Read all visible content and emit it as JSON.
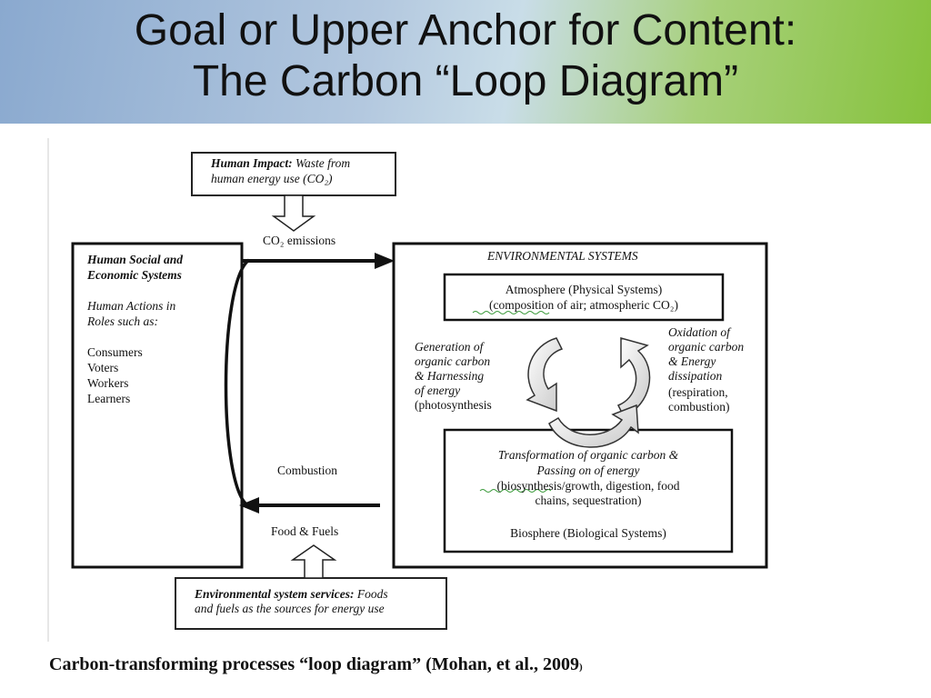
{
  "slide_title": {
    "line1": "Goal or Upper Anchor for Content:",
    "line2": "The Carbon “Loop Diagram”"
  },
  "diagram": {
    "human_impact": {
      "label": "Human Impact:",
      "text1": "Waste from",
      "text2": "human energy  use (CO₂)"
    },
    "co2_emissions": "CO₂ emissions",
    "human_systems": {
      "title1": "Human Social and",
      "title2": "Economic Systems",
      "sub1": "Human Actions in",
      "sub2": "Roles such as:",
      "roles": [
        "Consumers",
        "Voters",
        "Workers",
        "Learners"
      ]
    },
    "env_systems": {
      "title": "ENVIRONMENTAL SYSTEMS",
      "atmosphere1": "Atmosphere (Physical Systems)",
      "atmosphere2": "(composition of air; atmospheric CO₂)",
      "generation": [
        "Generation of",
        "organic carbon",
        "& Harnessing",
        "of energy"
      ],
      "generation_paren": "(photosynthesis",
      "oxidation": [
        "Oxidation of",
        "organic carbon",
        "& Energy",
        "dissipation"
      ],
      "oxidation_paren": [
        "(respiration,",
        "combustion)"
      ],
      "transformation1": "Transformation of organic carbon &",
      "transformation2": "Passing on of energy",
      "transformation3": "(biosynthesis/growth, digestion, food",
      "transformation4": "chains, sequestration)",
      "biosphere": "Biosphere (Biological Systems)"
    },
    "combustion": "Combustion",
    "food_fuels": "Food & Fuels",
    "env_services": {
      "label": "Environmental system services:",
      "text1": "Foods",
      "text2": "and fuels as the sources for energy use"
    }
  },
  "caption": {
    "main": "Carbon-transforming processes “loop diagram” (Mohan, et al., 2009",
    "tail": ")"
  }
}
